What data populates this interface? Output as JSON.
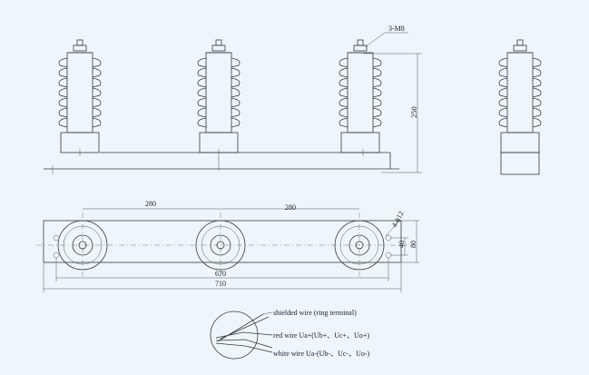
{
  "side_view": {
    "thread_label": "3-M8",
    "height_dim": "250"
  },
  "top_view": {
    "pitch_left": "280",
    "pitch_right": "280",
    "hole_label": "4-ϕ12",
    "dim_40": "40",
    "dim_80": "80",
    "dim_670": "670",
    "dim_710": "710"
  },
  "wiring": {
    "shielded": "shielded wire (ring terminal)",
    "red": "red wire Ua+(Ub+、Uc+、Uo+)",
    "white": "white wire Ua-(Ub-、Uc-、Uo-)"
  },
  "colors": {
    "background": "#eef6fb",
    "ink": "#3a3a3a"
  }
}
